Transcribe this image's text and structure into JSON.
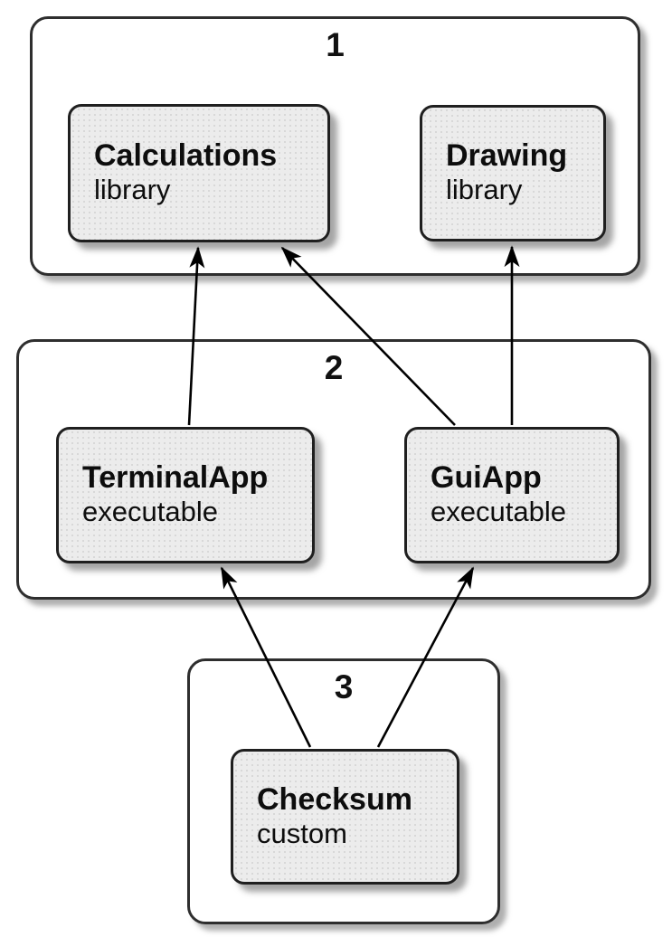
{
  "groups": [
    {
      "label": "1"
    },
    {
      "label": "2"
    },
    {
      "label": "3"
    }
  ],
  "nodes": {
    "calculations": {
      "name": "Calculations",
      "type": "library"
    },
    "drawing": {
      "name": "Drawing",
      "type": "library"
    },
    "terminalapp": {
      "name": "TerminalApp",
      "type": "executable"
    },
    "guiapp": {
      "name": "GuiApp",
      "type": "executable"
    },
    "checksum": {
      "name": "Checksum",
      "type": "custom"
    }
  },
  "edges": [
    {
      "from": "TerminalApp",
      "to": "Calculations"
    },
    {
      "from": "GuiApp",
      "to": "Calculations"
    },
    {
      "from": "GuiApp",
      "to": "Drawing"
    },
    {
      "from": "Checksum",
      "to": "TerminalApp"
    },
    {
      "from": "Checksum",
      "to": "GuiApp"
    }
  ],
  "colors": {
    "background": "#ffffff",
    "node_fill": "#ececec",
    "border": "#1f1f1f",
    "group_border": "#2e2e2e",
    "arrow": "#000000",
    "shadow": "#6e6e6e"
  }
}
